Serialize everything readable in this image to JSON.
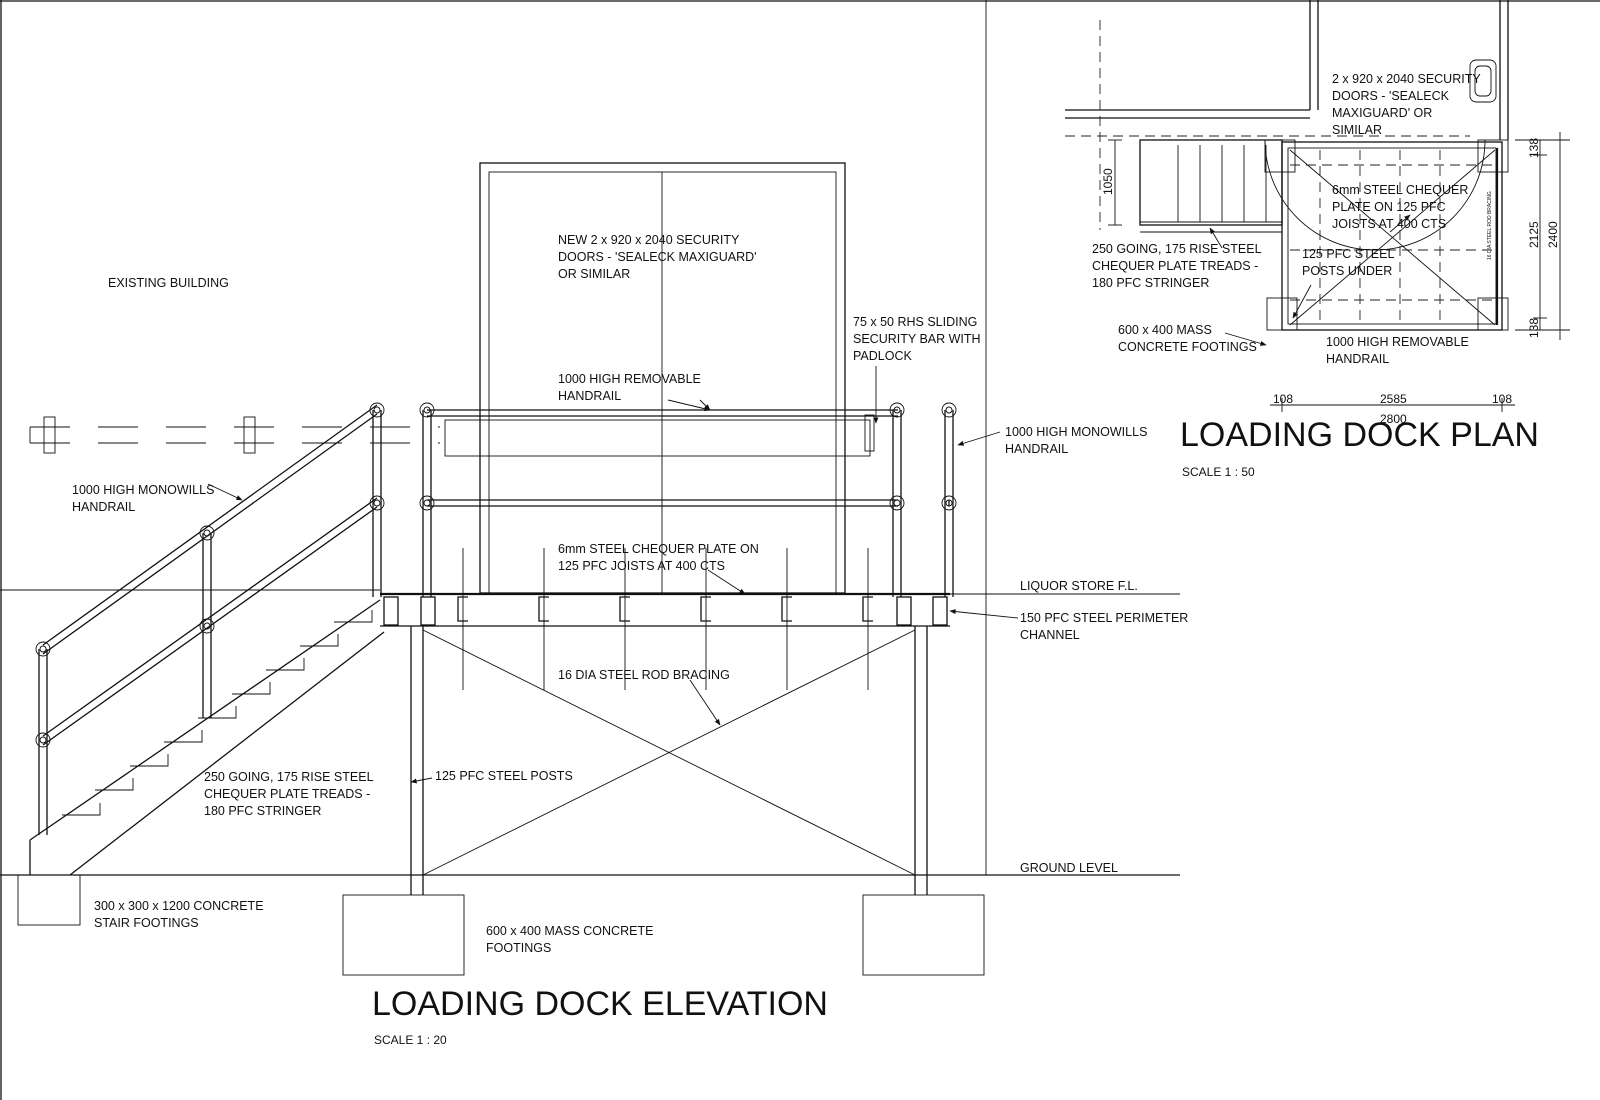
{
  "elevation": {
    "title": "LOADING DOCK ELEVATION",
    "scale": "SCALE   1 : 20",
    "notes": {
      "existing_building": "EXISTING BUILDING",
      "doors": [
        "NEW 2 x 920 x 2040 SECURITY",
        "DOORS - 'SEALECK MAXIGUARD'",
        "OR SIMILAR"
      ],
      "security_bar": [
        "75 x 50 RHS SLIDING",
        "SECURITY BAR WITH",
        "PADLOCK"
      ],
      "removable_handrail": [
        "1000 HIGH REMOVABLE",
        "HANDRAIL"
      ],
      "monowills_left": [
        "1000 HIGH MONOWILLS",
        "HANDRAIL"
      ],
      "monowills_right": [
        "1000 HIGH MONOWILLS",
        "HANDRAIL"
      ],
      "chequer_plate": [
        "6mm STEEL CHEQUER PLATE ON",
        "125 PFC JOISTS AT 400 CTS"
      ],
      "liquor_store": "LIQUOR STORE F.L.",
      "perimeter_channel": [
        "150 PFC STEEL PERIMETER",
        "CHANNEL"
      ],
      "rod_bracing": "16 DIA STEEL ROD BRACING",
      "treads": [
        "250 GOING, 175 RISE STEEL",
        "CHEQUER PLATE TREADS -",
        "180 PFC STRINGER"
      ],
      "steel_posts": "125 PFC STEEL POSTS",
      "ground_level": "GROUND LEVEL",
      "stair_footings": [
        "300 x 300 x 1200 CONCRETE",
        "STAIR FOOTINGS"
      ],
      "mass_footings": [
        "600 x 400 MASS CONCRETE",
        "FOOTINGS"
      ]
    }
  },
  "plan": {
    "title": "LOADING DOCK PLAN",
    "scale": "SCALE   1 : 50",
    "notes": {
      "doors": [
        "2 x 920 x 2040 SECURITY",
        "DOORS - 'SEALECK",
        "MAXIGUARD' OR",
        "SIMILAR"
      ],
      "chequer_plate": [
        "6mm STEEL CHEQUER",
        "PLATE ON 125 PFC",
        "JOISTS AT 400 CTS"
      ],
      "treads": [
        "250 GOING, 175 RISE STEEL",
        "CHEQUER PLATE TREADS -",
        "180 PFC STRINGER"
      ],
      "posts": [
        "125 PFC STEEL",
        "POSTS UNDER"
      ],
      "footings": [
        "600 x 400 MASS",
        "CONCRETE FOOTINGS"
      ],
      "handrail": [
        "1000 HIGH REMOVABLE",
        "HANDRAIL"
      ],
      "bracing_tag": "16 DIA STEEL ROD BRACING"
    },
    "dimensions": {
      "stair_depth": "1050",
      "top_offset": "138",
      "bottom_offset": "138",
      "inner_depth": "2125",
      "overall_depth": "2400",
      "left_offset": "108",
      "width": "2585",
      "right_offset": "108",
      "overall_width": "2800"
    }
  }
}
